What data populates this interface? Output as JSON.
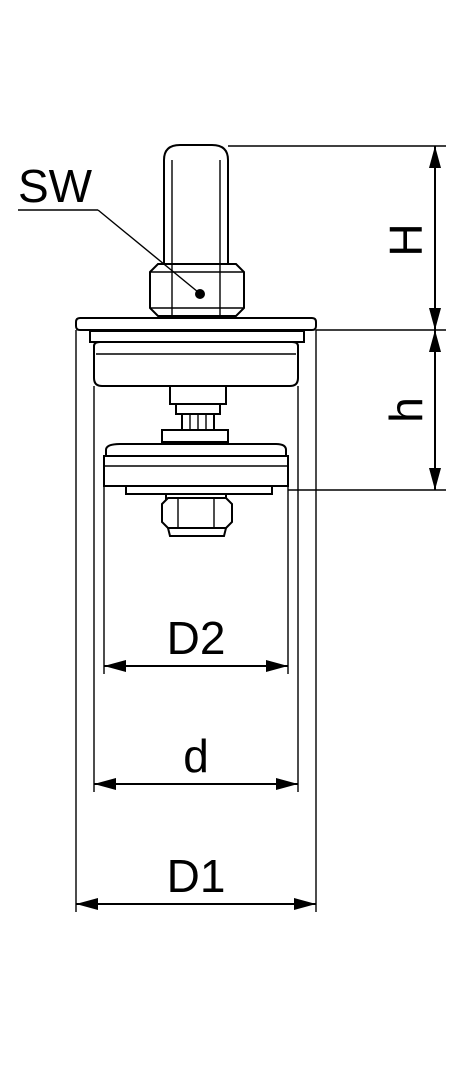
{
  "labels": {
    "sw": "SW",
    "H": "H",
    "h": "h",
    "D2": "D2",
    "d": "d",
    "D1": "D1"
  },
  "colors": {
    "line": "#000000",
    "background": "#ffffff"
  }
}
